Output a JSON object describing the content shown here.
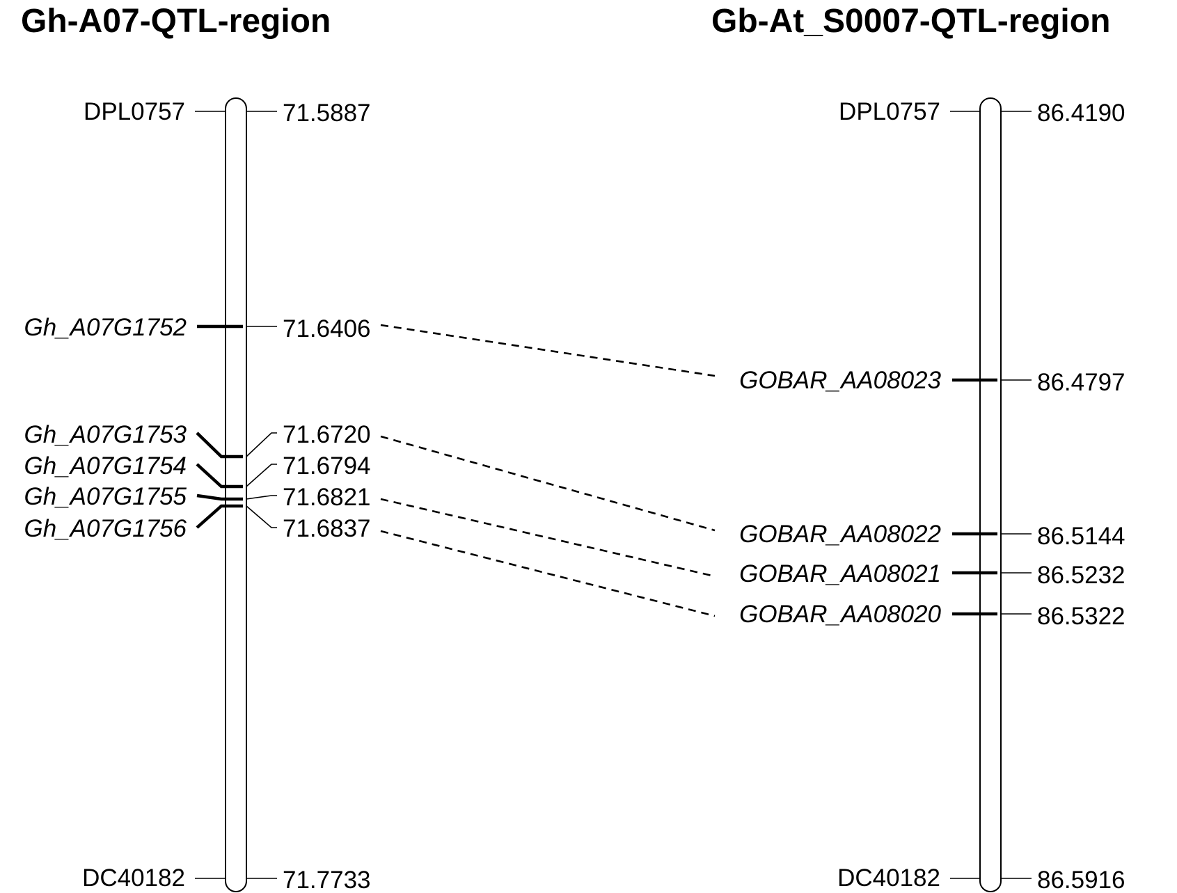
{
  "left_map": {
    "title": "Gh-A07-QTL-region",
    "top_marker": {
      "name": "DPL0757",
      "position": "71.5887"
    },
    "bottom_marker": {
      "name": "DC40182",
      "position": "71.7733"
    },
    "genes": [
      {
        "name": "Gh_A07G1752",
        "position": "71.6406"
      },
      {
        "name": "Gh_A07G1753",
        "position": "71.6720"
      },
      {
        "name": "Gh_A07G1754",
        "position": "71.6794"
      },
      {
        "name": "Gh_A07G1755",
        "position": "71.6821"
      },
      {
        "name": "Gh_A07G1756",
        "position": "71.6837"
      }
    ]
  },
  "right_map": {
    "title": "Gb-At_S0007-QTL-region",
    "top_marker": {
      "name": "DPL0757",
      "position": "86.4190"
    },
    "bottom_marker": {
      "name": "DC40182",
      "position": "86.5916"
    },
    "genes": [
      {
        "name": "GOBAR_AA08023",
        "position": "86.4797"
      },
      {
        "name": "GOBAR_AA08022",
        "position": "86.5144"
      },
      {
        "name": "GOBAR_AA08021",
        "position": "86.5232"
      },
      {
        "name": "GOBAR_AA08020",
        "position": "86.5322"
      }
    ]
  },
  "links": [
    {
      "from": "Gh_A07G1752",
      "to": "GOBAR_AA08023"
    },
    {
      "from": "Gh_A07G1753",
      "to": "GOBAR_AA08022"
    },
    {
      "from": "Gh_A07G1755",
      "to": "GOBAR_AA08021"
    },
    {
      "from": "Gh_A07G1756",
      "to": "GOBAR_AA08020"
    }
  ]
}
